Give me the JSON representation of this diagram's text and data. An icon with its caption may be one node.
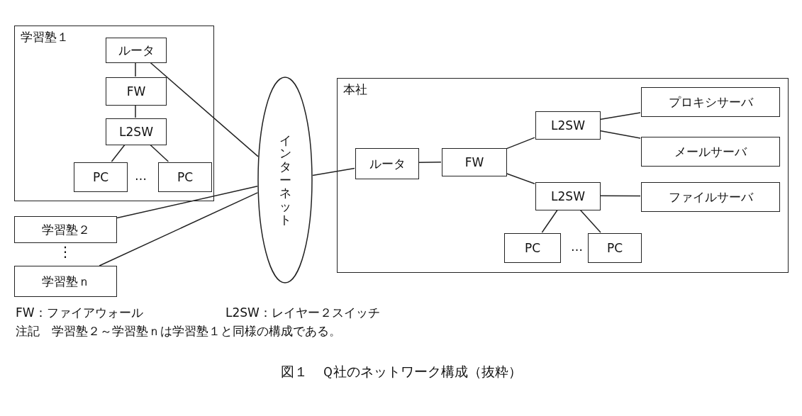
{
  "diagram": {
    "caption": "図１　Ｑ社のネットワーク構成（抜粋）",
    "nodes": [
      {
        "text": [
          "学習塾１"
        ]
      },
      {
        "text": [
          "ルータ"
        ],
        "in": 0
      },
      {
        "text": [
          "FW"
        ],
        "in": 0
      },
      {
        "text": [
          "L2SW"
        ],
        "in": 0
      },
      {
        "text": [
          "PC"
        ],
        "in": 0
      },
      {
        "text": [
          "PC"
        ],
        "in": 0
      },
      {
        "text": [
          "インターネット"
        ]
      },
      {
        "text": [
          "学習塾２"
        ]
      },
      {
        "text": [
          "学習塾ｎ"
        ]
      },
      {
        "text": [
          "本社"
        ]
      },
      {
        "text": [
          "ルータ"
        ],
        "in": 9
      },
      {
        "text": [
          "FW"
        ],
        "in": 9
      },
      {
        "text": [
          "L2SW"
        ],
        "in": 9
      },
      {
        "text": [
          "L2SW"
        ],
        "in": 9
      },
      {
        "text": [
          "プロキシサーバ"
        ],
        "in": 9
      },
      {
        "text": [
          "メールサーバ"
        ],
        "in": 9
      },
      {
        "text": [
          "ファイルサーバ"
        ],
        "in": 9
      },
      {
        "text": [
          "PC"
        ],
        "in": 9
      },
      {
        "text": [
          "PC"
        ],
        "in": 9
      }
    ],
    "edges": [
      {
        "from": 1,
        "to": 2,
        "arrow": "none"
      },
      {
        "from": 2,
        "to": 3,
        "arrow": "none"
      },
      {
        "from": 3,
        "to": 4,
        "arrow": "none"
      },
      {
        "from": 3,
        "to": 5,
        "arrow": "none"
      },
      {
        "from": 1,
        "to": 6,
        "arrow": "none"
      },
      {
        "from": 7,
        "to": 6,
        "arrow": "none"
      },
      {
        "from": 8,
        "to": 6,
        "arrow": "none"
      },
      {
        "from": 6,
        "to": 10,
        "arrow": "none"
      },
      {
        "from": 10,
        "to": 11,
        "arrow": "none"
      },
      {
        "from": 11,
        "to": 12,
        "arrow": "none"
      },
      {
        "from": 11,
        "to": 13,
        "arrow": "none"
      },
      {
        "from": 12,
        "to": 14,
        "arrow": "none"
      },
      {
        "from": 12,
        "to": 15,
        "arrow": "none"
      },
      {
        "from": 13,
        "to": 16,
        "arrow": "none"
      },
      {
        "from": 13,
        "to": 17,
        "arrow": "none"
      },
      {
        "from": 13,
        "to": 18,
        "arrow": "none"
      }
    ],
    "labels": [
      "…",
      "⋮",
      "…",
      "FW：ファイアウォール",
      "L2SW：レイヤー２スイッチ",
      "注記　学習塾２～学習塾ｎは学習塾１と同様の構成である。"
    ]
  }
}
